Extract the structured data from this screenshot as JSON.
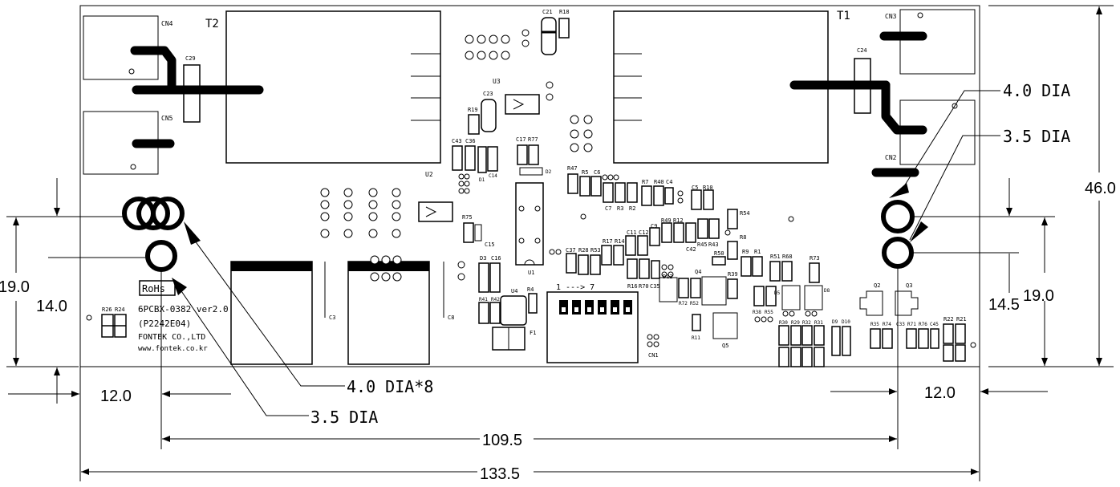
{
  "board": {
    "transformer_left": "T2",
    "transformer_right": "T1",
    "conn_cn4": "CN4",
    "conn_cn5": "CN5",
    "conn_cn3": "CN3",
    "conn_cn2": "CN2",
    "conn_cn1": "CN1",
    "cap_c29": "C29",
    "cap_c24": "C24",
    "cap_c21": "C21",
    "res_r18": "R18",
    "ic_u3": "U3",
    "ic_u2": "U2",
    "ic_u1": "U1",
    "ic_u4": "U4",
    "cap_c23": "C23",
    "res_r19": "R19",
    "cap_c43": "C43",
    "cap_c36": "C36",
    "diode_d1": "D1",
    "cap_c14": "C14",
    "cap_c17": "C17",
    "res_r77": "R77",
    "diode_d2": "D2",
    "res_r47": "R47",
    "res_r5": "R5",
    "cap_c6": "C6",
    "cap_c7": "C7",
    "res_r3": "R3",
    "res_r2": "R2",
    "res_r7": "R7",
    "res_r40": "R40",
    "cap_c4": "C4",
    "cap_c5": "C5",
    "res_r10": "R10",
    "res_r54": "R54",
    "res_r8": "R8",
    "res_r49": "R49",
    "res_r12": "R12",
    "res_r45": "R45",
    "res_r43": "R43",
    "cap_c42": "C42",
    "cap_c11": "C11",
    "cap_c12": "C12",
    "cap_c9": "C9",
    "res_r17": "R17",
    "res_r14": "R14",
    "cap_c37": "C37",
    "res_r28": "R28",
    "res_r53": "R53",
    "res_r75": "R75",
    "cap_c15": "C15",
    "diode_d3": "D3",
    "cap_c16": "C16",
    "res_r16": "R16",
    "res_r70": "R70",
    "cap_c35": "C35",
    "diode_d12": "D12",
    "res_r50": "R50",
    "trans_q4": "Q4",
    "res_r9": "R9",
    "res_r1": "R1",
    "res_r51": "R51",
    "res_r68": "R68",
    "res_r73": "R73",
    "res_r39": "R39",
    "diode_d5": "D5",
    "diode_d8": "D8",
    "res_r72": "R72",
    "res_r52": "R52",
    "res_r38": "R38",
    "res_r55": "R55",
    "res_r11": "R11",
    "trans_q5": "Q5",
    "res_r30": "R30",
    "res_r29": "R29",
    "res_r32": "R32",
    "res_r31": "R31",
    "diode_d9": "D9",
    "diode_d10": "D10",
    "trans_q2": "Q2",
    "trans_q3": "Q3",
    "res_r35": "R35",
    "res_r74": "R74",
    "cap_c33": "C33",
    "res_r71": "R71",
    "res_r76": "R76",
    "cap_c45": "C45",
    "res_r22": "R22",
    "res_r21": "R21",
    "res_r41": "R41",
    "res_r42": "R42",
    "res_r4": "R4",
    "fuse_f1": "F1",
    "res_r26": "R26",
    "res_r24": "R24",
    "cap_c3": "C3",
    "cap_c8": "C8",
    "dip_switch_label": "1 ---> 7",
    "rohs": "RoHs",
    "silk_line1": "6PCBX-0382 ver2.0",
    "silk_line2": "(P2242E04)",
    "silk_line3": "FONTEK CO.,LTD",
    "silk_line4": "www.fontek.co.kr"
  },
  "dimensions": {
    "hole_right_large": "4.0 DIA",
    "hole_right_small": "3.5 DIA",
    "hole_left_large": "4.0 DIA*8",
    "hole_left_small": "3.5 DIA",
    "height_total": "46.0",
    "left_hole_height_19": "19.0",
    "left_hole_height_14": "14.0",
    "right_hole_height_14_5": "14.5",
    "right_hole_height_19": "19.0",
    "left_offset": "12.0",
    "right_offset": "12.0",
    "hole_spacing": "109.5",
    "board_width": "133.5"
  }
}
